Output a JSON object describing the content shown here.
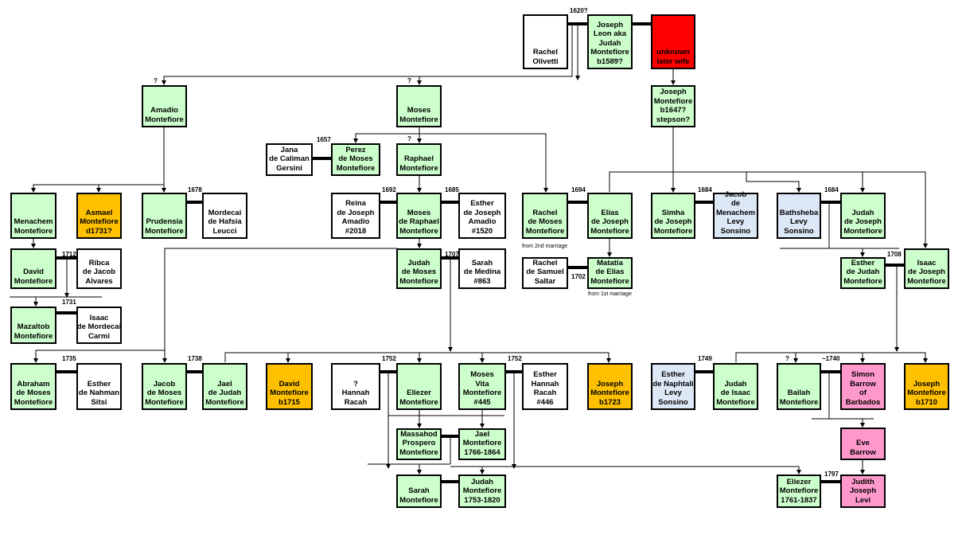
{
  "people": {
    "rachel_olivetti": {
      "lines": [
        "Rachel",
        "Olivetti"
      ],
      "color": "#ffffff"
    },
    "joseph_leon": {
      "lines": [
        "Joseph",
        "Leon aka",
        "Judah",
        "Montefiore",
        "b1589?"
      ],
      "color": "#ccffcc"
    },
    "unknown_wife": {
      "lines": [
        "unknown",
        "later wife"
      ],
      "color": "#ff0000"
    },
    "amadio": {
      "lines": [
        "Amadio",
        "Montefiore"
      ],
      "color": "#ccffcc"
    },
    "moses": {
      "lines": [
        "Moses",
        "Montefiore"
      ],
      "color": "#ccffcc"
    },
    "joseph_1647": {
      "lines": [
        "Joseph",
        "Montefiore",
        "b1647?",
        "stepson?"
      ],
      "color": "#ccffcc"
    },
    "jana": {
      "lines": [
        "Jana",
        "de Caliman",
        "Gersini"
      ],
      "color": "#ffffff"
    },
    "perez": {
      "lines": [
        "Perez",
        "de Moses",
        "Montefiore"
      ],
      "color": "#ccffcc"
    },
    "raphael": {
      "lines": [
        "Raphael",
        "Montefiore"
      ],
      "color": "#ccffcc"
    },
    "menachem": {
      "lines": [
        "Menachem",
        "Montefiore"
      ],
      "color": "#ccffcc"
    },
    "asmael": {
      "lines": [
        "Asmael",
        "Montefiore",
        "d1731?"
      ],
      "color": "#ffc000"
    },
    "prudensia": {
      "lines": [
        "Prudensia",
        "Montefiore"
      ],
      "color": "#ccffcc"
    },
    "mordecai_hafsia": {
      "lines": [
        "Mordecai",
        "de Hafsia",
        "Leucci"
      ],
      "color": "#ffffff"
    },
    "reina": {
      "lines": [
        "Reina",
        "de Joseph",
        "Amadio",
        "#2018"
      ],
      "color": "#ffffff"
    },
    "moses_raphael": {
      "lines": [
        "Moses",
        "de Raphael",
        "Montefiore"
      ],
      "color": "#ccffcc"
    },
    "esther_amadio": {
      "lines": [
        "Esther",
        "de Joseph",
        "Amadio",
        "#1520"
      ],
      "color": "#ffffff"
    },
    "rachel_moses": {
      "lines": [
        "Rachel",
        "de Moses",
        "Montefiore"
      ],
      "color": "#ccffcc"
    },
    "elias": {
      "lines": [
        "Elias",
        "de Joseph",
        "Montefiore"
      ],
      "color": "#ccffcc"
    },
    "simha": {
      "lines": [
        "Simha",
        "de Joseph",
        "Montefiore"
      ],
      "color": "#ccffcc"
    },
    "jacob_sonsino": {
      "lines": [
        "Jacob",
        "de",
        "Menachem",
        "Levy",
        "Sonsino"
      ],
      "color": "#dde8f6"
    },
    "bathsheba": {
      "lines": [
        "Bathsheba",
        "Levy",
        "Sonsino"
      ],
      "color": "#dde8f6"
    },
    "judah_joseph": {
      "lines": [
        "Judah",
        "de Joseph",
        "Montefiore"
      ],
      "color": "#ccffcc"
    },
    "david": {
      "lines": [
        "David",
        "Montefiore"
      ],
      "color": "#ccffcc"
    },
    "ribca": {
      "lines": [
        "Ribca",
        "de Jacob",
        "Alvares"
      ],
      "color": "#ffffff"
    },
    "judah_moses": {
      "lines": [
        "Judah",
        "de Moses",
        "Montefiore"
      ],
      "color": "#ccffcc"
    },
    "sarah_medina": {
      "lines": [
        "Sarah",
        "de Medina",
        "#863"
      ],
      "color": "#ffffff"
    },
    "rachel_saltar": {
      "lines": [
        "Rachel",
        "de Samuel",
        "Saltar"
      ],
      "color": "#ffffff"
    },
    "matatia": {
      "lines": [
        "Matatia",
        "de Elias",
        "Montefiore"
      ],
      "color": "#ccffcc"
    },
    "esther_judah": {
      "lines": [
        "Esther",
        "de Judah",
        "Montefiore"
      ],
      "color": "#ccffcc"
    },
    "isaac_joseph": {
      "lines": [
        "Isaac",
        "de Joseph",
        "Montefiore"
      ],
      "color": "#ccffcc"
    },
    "mazaltob": {
      "lines": [
        "Mazaltob",
        "Montefiore"
      ],
      "color": "#ccffcc"
    },
    "isaac_carmi": {
      "lines": [
        "Isaac",
        "de Mordecai",
        "Carmi"
      ],
      "color": "#ffffff"
    },
    "abraham": {
      "lines": [
        "Abraham",
        "de Moses",
        "Montefiore"
      ],
      "color": "#ccffcc"
    },
    "esther_sitsi": {
      "lines": [
        "Esther",
        "de Nahman",
        "Sitsi"
      ],
      "color": "#ffffff"
    },
    "jacob_moses": {
      "lines": [
        "Jacob",
        "de Moses",
        "Montefiore"
      ],
      "color": "#ccffcc"
    },
    "jael_judah": {
      "lines": [
        "Jael",
        "de Judah",
        "Montefiore"
      ],
      "color": "#ccffcc"
    },
    "david_1715": {
      "lines": [
        "David",
        "Montefiore",
        "b1715"
      ],
      "color": "#ffc000"
    },
    "hannah_racah": {
      "lines": [
        "?",
        "Hannah",
        "Racah"
      ],
      "color": "#ffffff"
    },
    "eliezer": {
      "lines": [
        "Eliezer",
        "Montefiore"
      ],
      "color": "#ccffcc"
    },
    "moses_vita": {
      "lines": [
        "Moses",
        "Vita",
        "Montefiore",
        "#445"
      ],
      "color": "#ccffcc"
    },
    "esther_hannah": {
      "lines": [
        "Esther",
        "Hannah",
        "Racah",
        "#446"
      ],
      "color": "#ffffff"
    },
    "joseph_1723": {
      "lines": [
        "Joseph",
        "Montefiore",
        "b1723"
      ],
      "color": "#ffc000"
    },
    "esther_naphtali": {
      "lines": [
        "Esther",
        "de Naphtali",
        "Levy",
        "Sonsino"
      ],
      "color": "#dde8f6"
    },
    "judah_isaac": {
      "lines": [
        "Judah",
        "de Isaac",
        "Montefiore"
      ],
      "color": "#ccffcc"
    },
    "bailah": {
      "lines": [
        "Bailah",
        "Montefiore"
      ],
      "color": "#ccffcc"
    },
    "simon_barrow": {
      "lines": [
        "Simon",
        "Barrow",
        "of",
        "Barbados"
      ],
      "color": "#ff99cc"
    },
    "joseph_1710": {
      "lines": [
        "Joseph",
        "Montefiore",
        "b1710"
      ],
      "color": "#ffc000"
    },
    "massahod": {
      "lines": [
        "Massahod",
        "Prospero",
        "Montefiore"
      ],
      "color": "#ccffcc"
    },
    "jael_1766": {
      "lines": [
        "Jael",
        "Montefiore",
        "1766-1864"
      ],
      "color": "#ccffcc"
    },
    "eve_barrow": {
      "lines": [
        "Eve",
        "Barrow"
      ],
      "color": "#ff99cc"
    },
    "sarah": {
      "lines": [
        "Sarah",
        "Montefiore"
      ],
      "color": "#ccffcc"
    },
    "judah_1753": {
      "lines": [
        "Judah",
        "Montefiore",
        "1753-1820"
      ],
      "color": "#ccffcc"
    },
    "eliezer_1761": {
      "lines": [
        "Eliezer",
        "Montefiore",
        "1761-1837"
      ],
      "color": "#ccffcc"
    },
    "judith_levi": {
      "lines": [
        "Judith",
        "Joseph",
        "Levi"
      ],
      "color": "#ff99cc"
    }
  },
  "years": {
    "y1620": "1620?",
    "q_amadio": "?",
    "q_moses": "?",
    "y1657": "1657",
    "q_raphael": "?",
    "y1678": "1678",
    "y1692": "1692",
    "y1685": "1685",
    "y1694": "1694",
    "y1684a": "1684",
    "y1684b": "1684",
    "y1712": "1712",
    "y1707": "1707",
    "y1702": "1702",
    "y1708": "1708",
    "y1731": "1731",
    "y1735": "1735",
    "y1738": "1738",
    "y1752a": "1752",
    "y1752b": "1752",
    "y1749": "1749",
    "q_bailah": "?",
    "y1740": "~1740",
    "y1797": "1797"
  },
  "notes": {
    "from_2nd": "from 2nd marriage",
    "from_1st": "from 1st marriage"
  }
}
